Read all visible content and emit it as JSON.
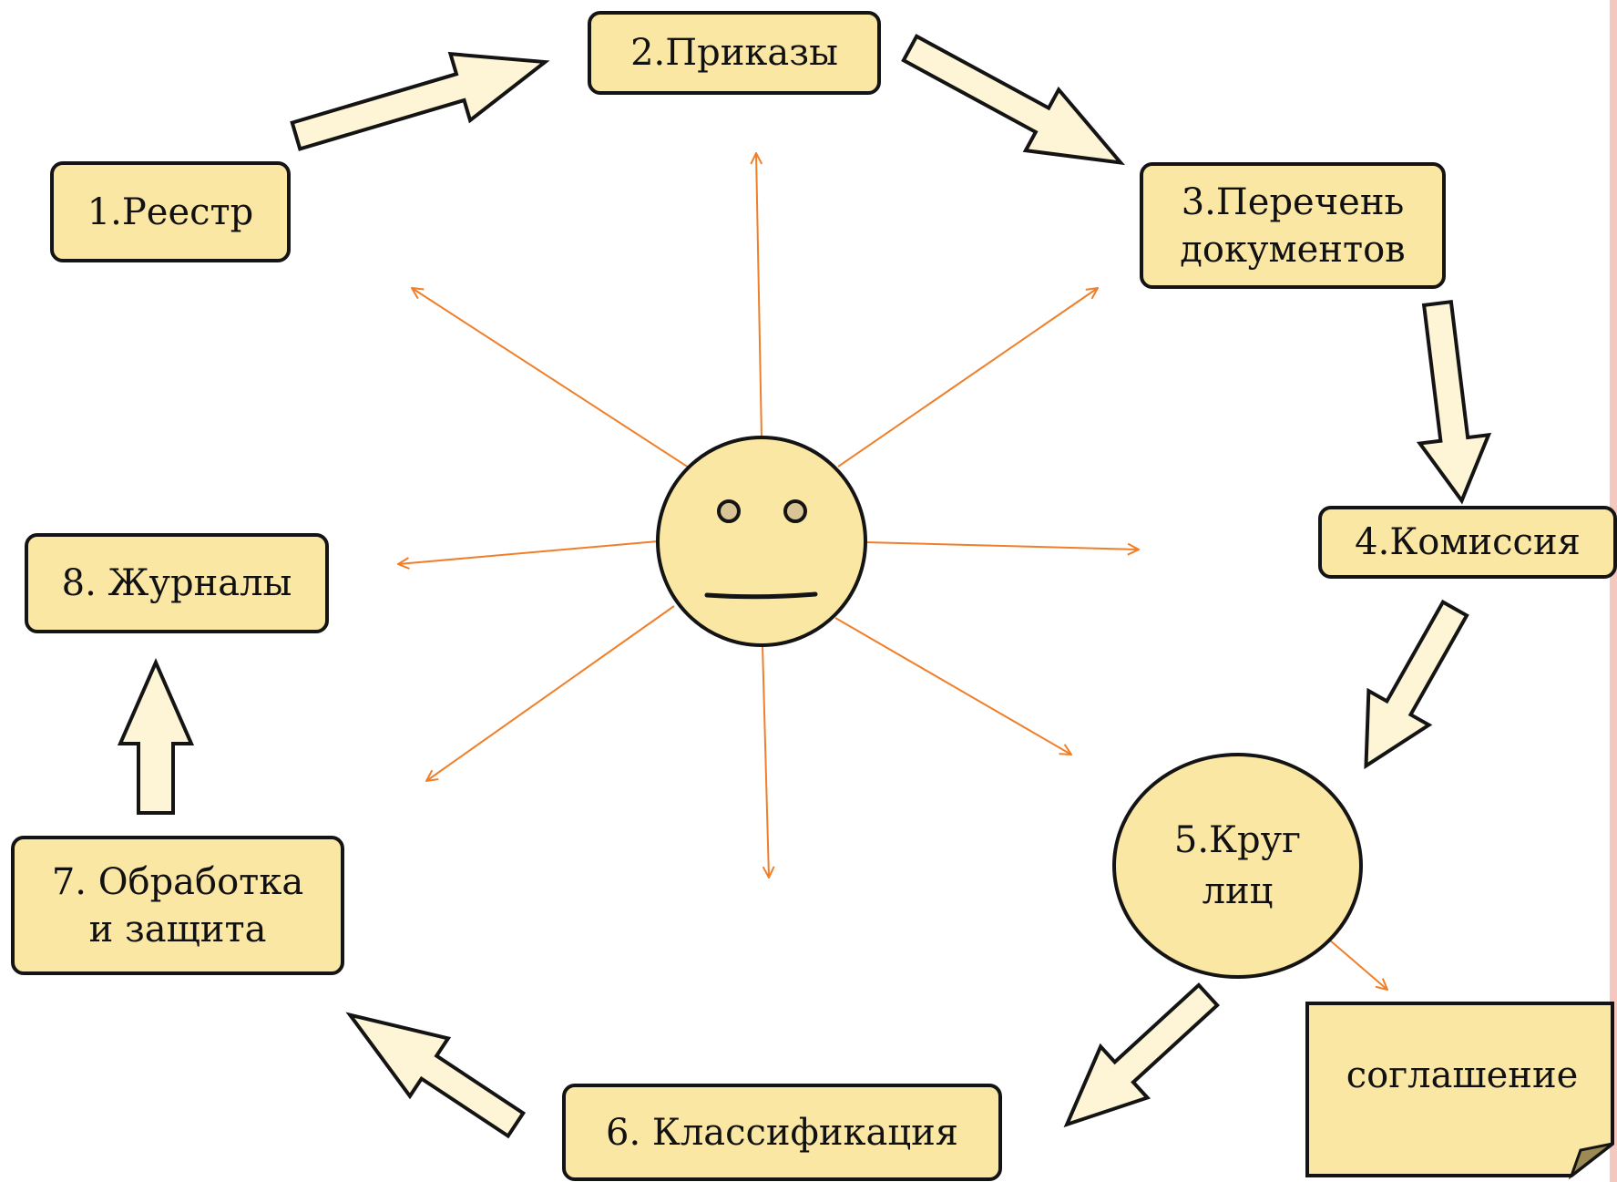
{
  "steps": {
    "registry": "1.Реестр",
    "orders": "2.Приказы",
    "list_line1": "3.Перечень",
    "list_line2": "документов",
    "commission": "4.Комиссия",
    "circle_line1": "5.Круг",
    "circle_line2": "лиц",
    "classification": "6. Классификация",
    "processing_line1": "7. Обработка",
    "processing_line2": "и защита",
    "journals": "8. Журналы"
  },
  "note": "соглашение",
  "colors": {
    "box_fill": "#fbe7a4",
    "arrow_fill": "#fdf5d5",
    "outline": "#141414",
    "ray": "#f07f2a",
    "page_edge": "#f4c7bf"
  },
  "icons": {
    "center": "neutral-face-icon"
  }
}
